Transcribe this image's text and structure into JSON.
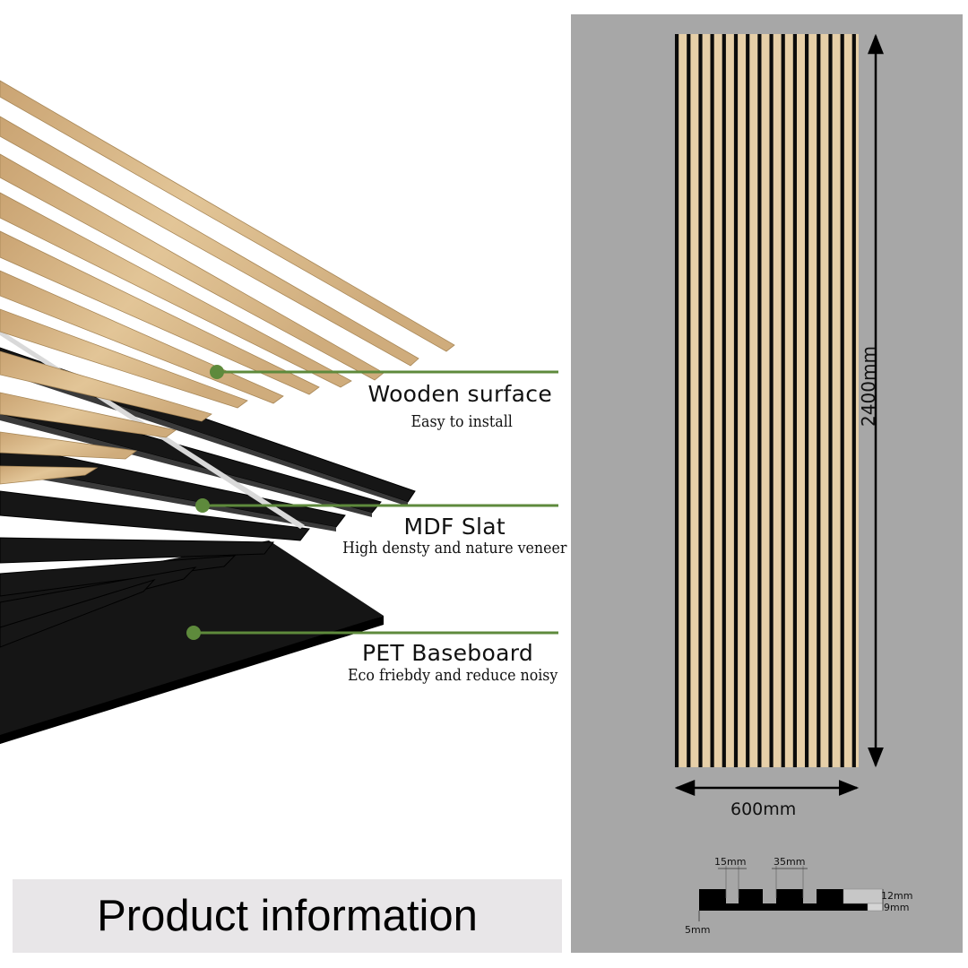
{
  "layers": [
    {
      "title": "Wooden surface",
      "subtitle": "Easy to install"
    },
    {
      "title": "MDF Slat",
      "subtitle": "High densty and  nature veneer"
    },
    {
      "title": "PET Baseboard",
      "subtitle": "Eco friebdy and reduce noisy"
    }
  ],
  "panel": {
    "height_label": "2400mm",
    "width_label": "600mm",
    "profile": {
      "slat_gap": "15mm",
      "slat_width": "35mm",
      "slat_depth": "12mm",
      "board_thickness": "9mm",
      "base_offset": "5mm"
    }
  },
  "banner": {
    "text": "Product information"
  },
  "colors": {
    "wood": "#d6b686",
    "slat": "#111111",
    "leader": "#5e8a3c",
    "panel_bg": "#a7a7a7"
  }
}
